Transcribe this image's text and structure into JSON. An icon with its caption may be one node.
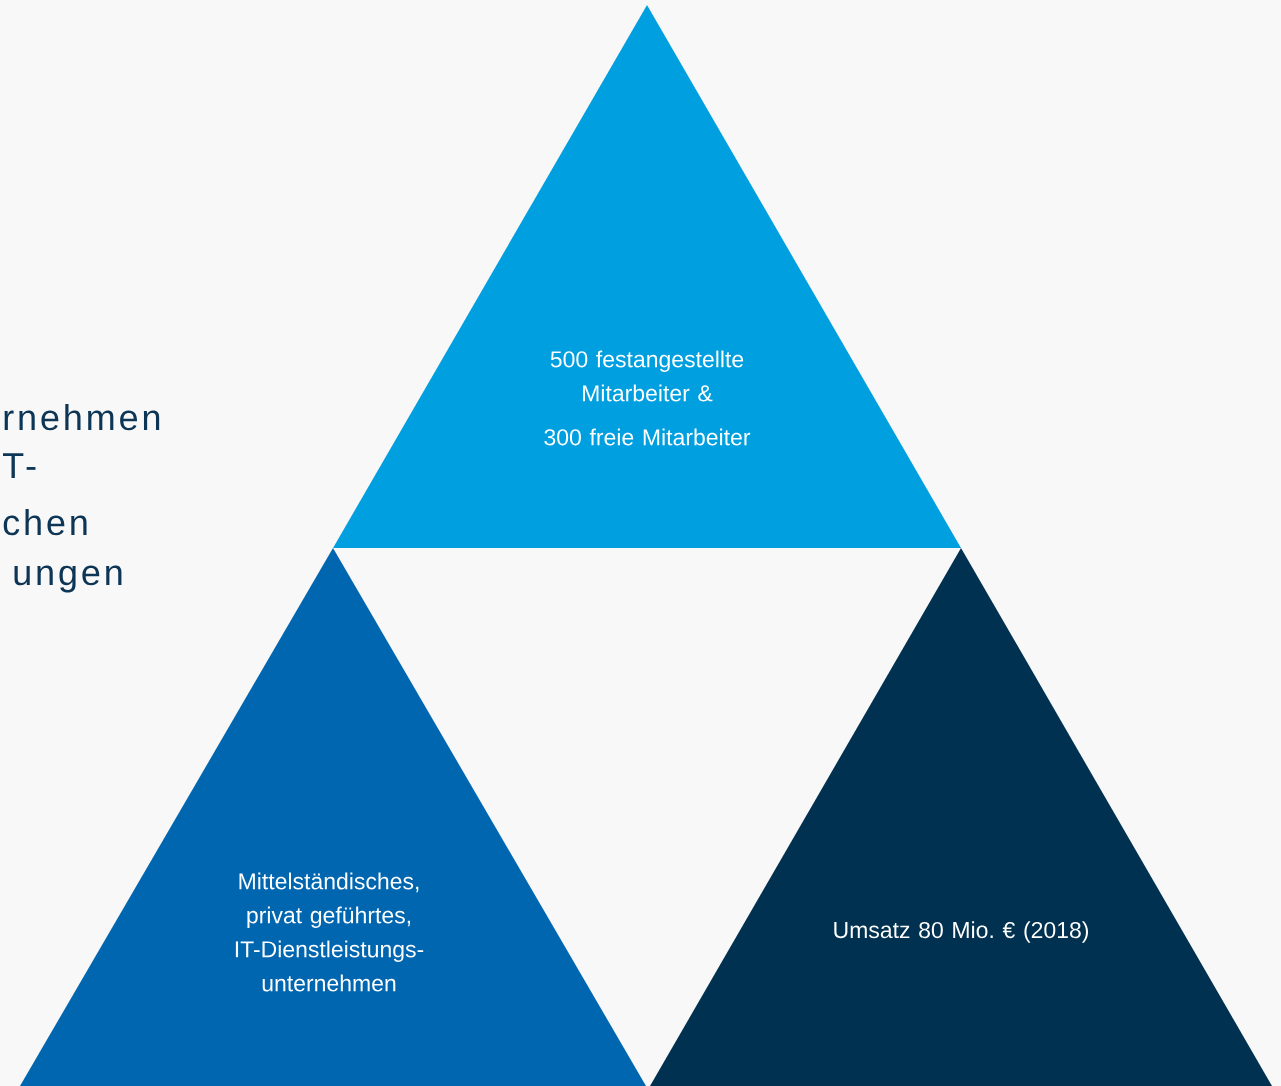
{
  "diagram": {
    "nodes": [
      {
        "text": [
          "500 festangestellte Mitarbeiter &",
          "300 freie Mitarbeiter"
        ]
      },
      {
        "text": [
          "Mittelständisches, privat geführtes, IT-Dienstleistungs- unternehmen"
        ]
      },
      {
        "text": [
          "Umsatz 80 Mio. € (2018)"
        ]
      }
    ],
    "labels": [
      "rnehmen",
      "T-",
      "chen",
      "ungen"
    ]
  }
}
